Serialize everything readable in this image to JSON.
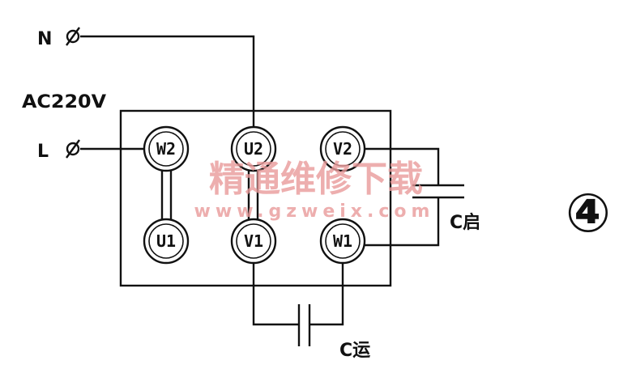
{
  "supply": {
    "voltage": "AC220V",
    "neutral": "N",
    "line": "L",
    "phi": "ϕ"
  },
  "terminals": {
    "w2": "W2",
    "u2": "U2",
    "v2": "V2",
    "u1": "U1",
    "v1": "V1",
    "w1": "W1"
  },
  "capacitors": {
    "start": "C启",
    "run": "C运"
  },
  "figure_number": "④",
  "watermark": {
    "title": "精通维修下载",
    "url": "www.gzweix.com"
  },
  "colors": {
    "line": "#111111",
    "watermark": "#e89a9a",
    "background": "#ffffff"
  }
}
